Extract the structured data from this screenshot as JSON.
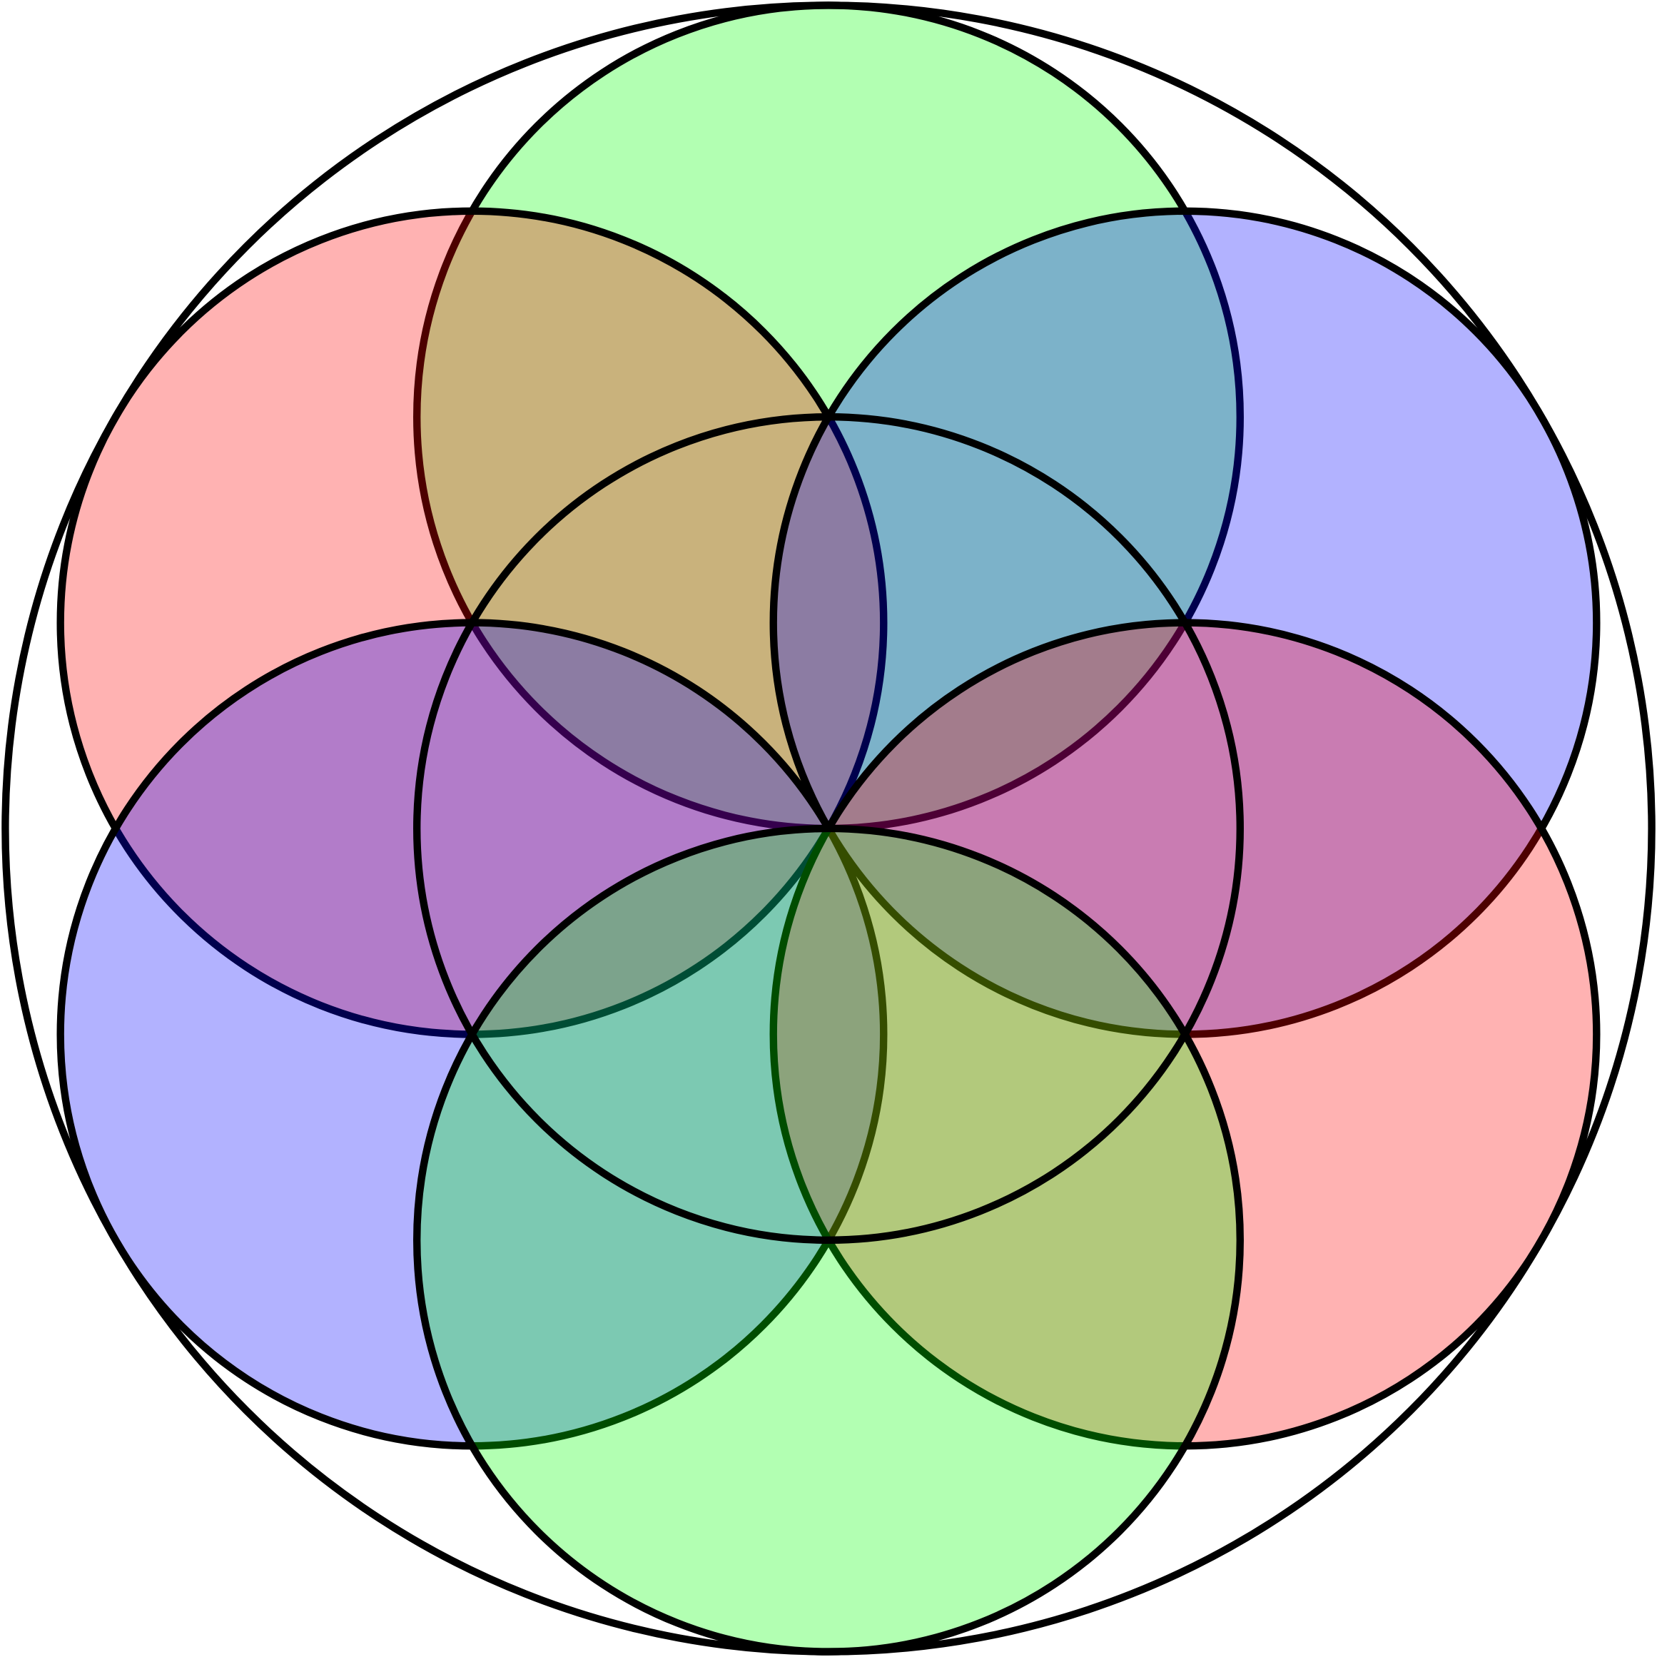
{
  "diagram": {
    "colors": {
      "stroke": "#000000",
      "background": "#ffffff",
      "red": "#ff0000",
      "green": "#00ff00",
      "blue": "#0000ff"
    },
    "fill_opacity": 0.3,
    "circles": [
      {
        "name": "outer-circle",
        "fill": "none"
      },
      {
        "name": "top-circle",
        "fill": "green"
      },
      {
        "name": "upper-left-circle",
        "fill": "red"
      },
      {
        "name": "upper-right-circle",
        "fill": "blue"
      },
      {
        "name": "lower-left-circle",
        "fill": "blue"
      },
      {
        "name": "lower-right-circle",
        "fill": "red"
      },
      {
        "name": "bottom-circle",
        "fill": "green"
      },
      {
        "name": "center-circle",
        "fill": "none"
      }
    ]
  }
}
